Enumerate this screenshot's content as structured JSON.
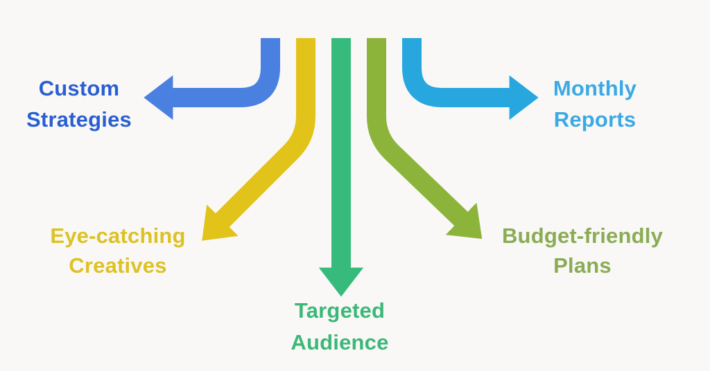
{
  "canvas": {
    "background_color": "#f9f8f6"
  },
  "diagram": {
    "description": "Five arrows fan out from a common top origin to five service labels",
    "branches": [
      {
        "id": "custom-strategies",
        "label_line1": "Custom",
        "label_line2": "Strategies",
        "direction": "left",
        "arrow_color": "#4a80e0",
        "text_color": "#2a5fd1"
      },
      {
        "id": "eye-catching-creatives",
        "label_line1": "Eye-catching",
        "label_line2": "Creatives",
        "direction": "down-left",
        "arrow_color": "#e2c319",
        "text_color": "#ddc225"
      },
      {
        "id": "targeted-audience",
        "label_line1": "Targeted",
        "label_line2": "Audience",
        "direction": "down",
        "arrow_color": "#36bb7d",
        "text_color": "#3bb878"
      },
      {
        "id": "budget-friendly-plans",
        "label_line1": "Budget-friendly",
        "label_line2": "Plans",
        "direction": "down-right",
        "arrow_color": "#8cb43a",
        "text_color": "#8bac55"
      },
      {
        "id": "monthly-reports",
        "label_line1": "Monthly",
        "label_line2": "Reports",
        "direction": "right",
        "arrow_color": "#27a7de",
        "text_color": "#3ba9e4"
      }
    ]
  }
}
